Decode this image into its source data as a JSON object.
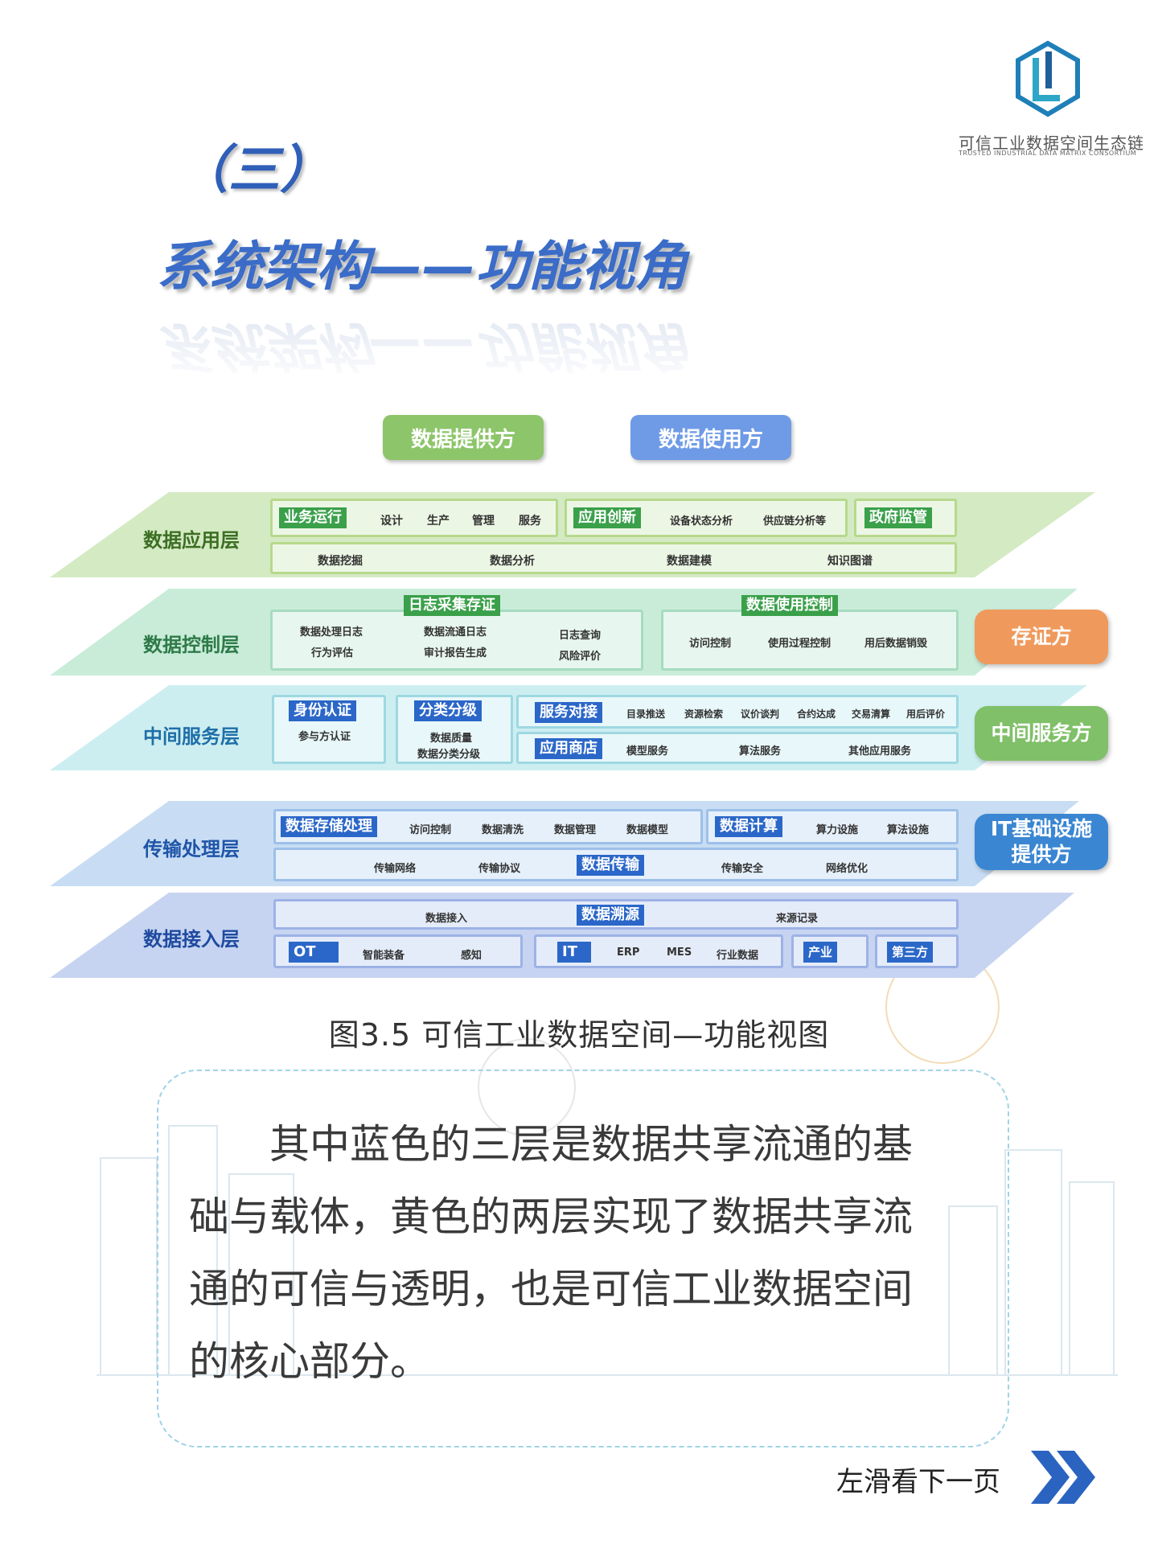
{
  "logo": {
    "name_cn": "可信工业数据空间生态链",
    "name_en": "TRUSTED INDUSTRIAL DATA MATRIX CONSORTIUM"
  },
  "heading": {
    "section_number": "（三）",
    "title": "系统架构——功能视角"
  },
  "diagram": {
    "top_roles": {
      "provider": "数据提供方",
      "user": "数据使用方"
    },
    "side_roles": {
      "evidence": "存证方",
      "middleware": "中间服务方",
      "it_line1": "IT基础设施",
      "it_line2": "提供方"
    },
    "layers": {
      "application": {
        "label": "数据应用层",
        "business_tag": "业务运行",
        "business_items": [
          "设计",
          "生产",
          "管理",
          "服务"
        ],
        "innovation_tag": "应用创新",
        "innovation_items": [
          "设备状态分析",
          "供应链分析等"
        ],
        "gov_tag": "政府监管",
        "bottom_items": [
          "数据挖掘",
          "数据分析",
          "数据建模",
          "知识图谱"
        ]
      },
      "control": {
        "label": "数据控制层",
        "log_tag": "日志采集存证",
        "log_items": [
          "数据处理日志",
          "行为评估",
          "数据流通日志",
          "审计报告生成",
          "日志查询",
          "风险评价"
        ],
        "usage_tag": "数据使用控制",
        "usage_items": [
          "访问控制",
          "使用过程控制",
          "用后数据销毁"
        ]
      },
      "middleware": {
        "label": "中间服务层",
        "identity_tag": "身份认证",
        "identity_item": "参与方认证",
        "classify_tag": "分类分级",
        "classify_items": [
          "数据质量",
          "数据分类分级"
        ],
        "docking_tag": "服务对接",
        "docking_items": [
          "目录推送",
          "资源检索",
          "议价谈判",
          "合约达成",
          "交易清算",
          "用后评价"
        ],
        "store_tag": "应用商店",
        "store_items": [
          "模型服务",
          "算法服务",
          "其他应用服务"
        ]
      },
      "transport": {
        "label": "传输处理层",
        "storage_tag": "数据存储处理",
        "storage_items": [
          "访问控制",
          "数据清洗",
          "数据管理",
          "数据模型"
        ],
        "compute_tag": "数据计算",
        "compute_items": [
          "算力设施",
          "算法设施"
        ],
        "bottom_items": [
          "传输网络",
          "传输协议",
          "传输安全",
          "网络优化"
        ],
        "transfer_tag": "数据传输"
      },
      "access": {
        "label": "数据接入层",
        "top_items": [
          "数据接入",
          "来源记录"
        ],
        "trace_tag": "数据溯源",
        "ot_tag": "OT",
        "ot_items": [
          "智能装备",
          "感知"
        ],
        "it_tag": "IT",
        "it_items": [
          "ERP",
          "MES",
          "行业数据"
        ],
        "industry_tag": "产业",
        "third_tag": "第三方"
      }
    }
  },
  "caption": "图3.5 可信工业数据空间—功能视图",
  "body": {
    "line1": "其中蓝色的三层是数据共享流通的基",
    "line2": "础与载体，黄色的两层实现了数据共享流",
    "line3": "通的可信与透明，也是可信工业数据空间",
    "line4": "的核心部分。"
  },
  "navigation": {
    "next_label": "左滑看下一页"
  },
  "colors": {
    "title_blue": "#3a6cc8",
    "green_role": "#8dc56a",
    "blue_role": "#6f9be6",
    "orange_role": "#ef9a5c",
    "it_role": "#3a86d2",
    "tag_blue": "#2b67c8",
    "tag_green": "#3aa04a"
  }
}
